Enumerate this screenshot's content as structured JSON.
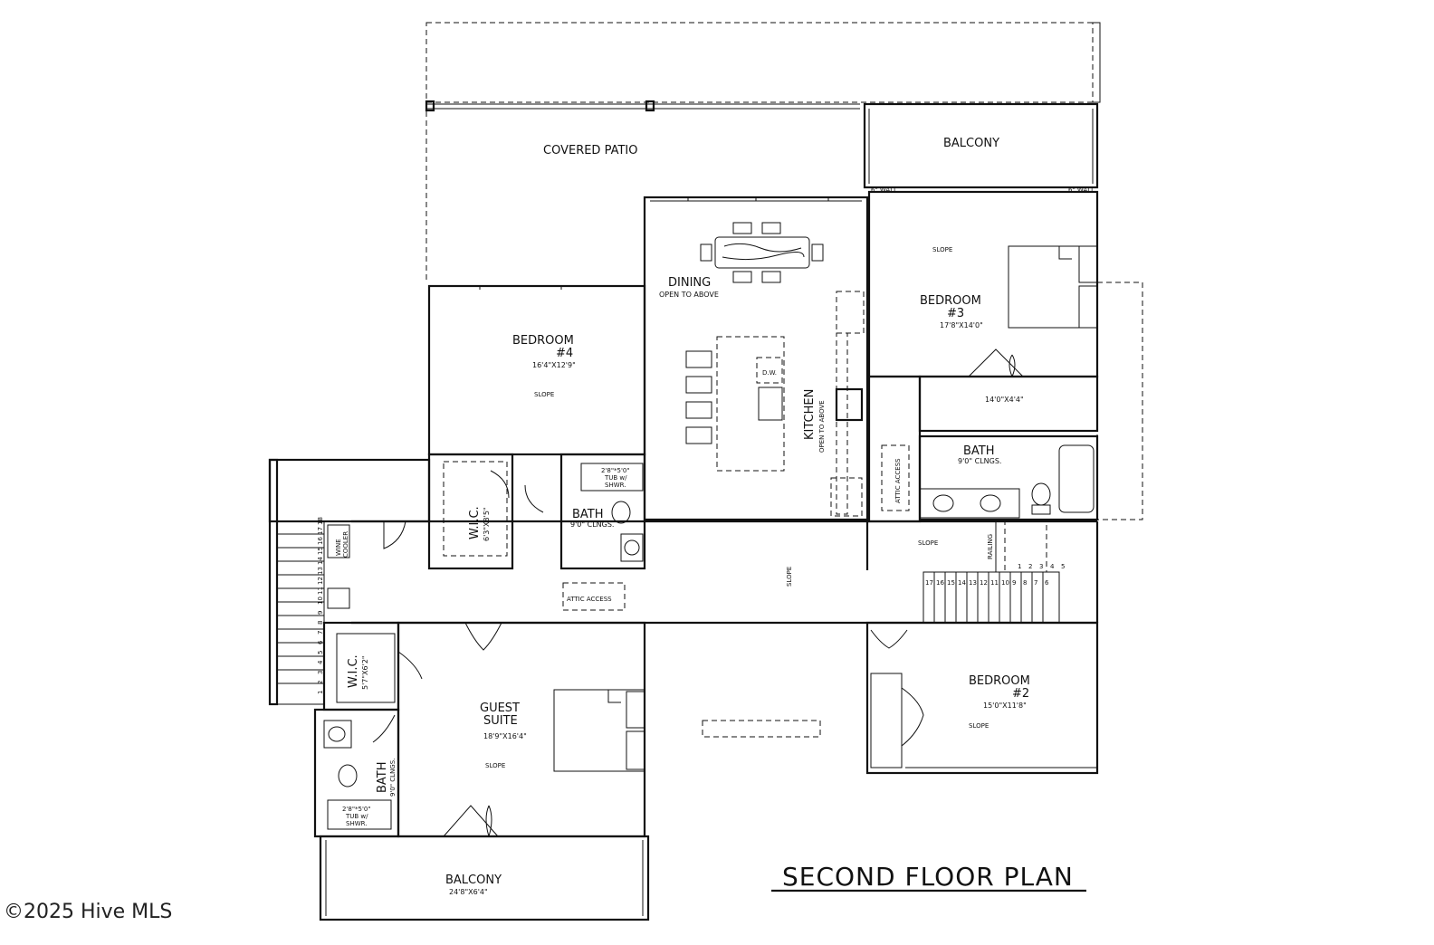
{
  "plan": {
    "title": "SECOND FLOOR PLAN",
    "watermark": "©2025 Hive MLS",
    "rooms": {
      "covered_patio": "COVERED PATIO",
      "balcony_top": "BALCONY",
      "dining": "DINING",
      "dining_note": "OPEN TO ABOVE",
      "kitchen": "KITCHEN",
      "kitchen_note": "OPEN TO ABOVE",
      "bedroom3": "BEDROOM",
      "bedroom3_num": "#3",
      "bedroom3_dim": "17'8\"X14'0\"",
      "bedroom4": "BEDROOM",
      "bedroom4_num": "#4",
      "bedroom4_dim": "16'4\"X12'9\"",
      "wic4": "W.I.C.",
      "wic4_dim": "6'3\"X8'5\"",
      "bath4": "BATH",
      "bath4_note": "9'0\" CLNGS.",
      "tub4": "2'8\"*5'0\"",
      "tub4_b": "TUB w/",
      "tub4_c": "SHWR.",
      "closet3_dim": "14'0\"X4'4\"",
      "bath3": "BATH",
      "bath3_note": "9'0\" CLNGS.",
      "attic_access_1": "ATTIC ACCESS",
      "attic_access_2": "ATTIC ACCESS",
      "dw": "D.W.",
      "wine_cooler_a": "WINE",
      "wine_cooler_b": "COOLER",
      "railing": "RAILING",
      "wall_note_left": "6\" WALL",
      "wall_note_right": "6\" WALL",
      "guest_suite_a": "GUEST",
      "guest_suite_b": "SUITE",
      "guest_suite_dim": "18'9\"X16'4\"",
      "wic_guest": "W.I.C.",
      "wic_guest_dim": "5'7\"X6'2\"",
      "bath_guest": "BATH",
      "bath_guest_note": "9'0\" CLNGS.",
      "tub_guest": "2'8\"*5'0\"",
      "tub_guest_b": "TUB w/",
      "tub_guest_c": "SHWR.",
      "bedroom2": "BEDROOM",
      "bedroom2_num": "#2",
      "bedroom2_dim": "15'0\"X11'8\"",
      "balcony_bottom": "BALCONY",
      "balcony_bottom_dim": "24'8\"X6'4\"",
      "slope": "SLOPE"
    },
    "stair_numbers_right_top": [
      "1",
      "2",
      "3",
      "4",
      "5"
    ],
    "stair_numbers_right_bottom": [
      "17",
      "16",
      "15",
      "14",
      "13",
      "12",
      "11",
      "10",
      "9",
      "8",
      "7",
      "6"
    ],
    "stair_numbers_left": [
      "18",
      "17",
      "16",
      "15",
      "14",
      "13",
      "12",
      "11",
      "10",
      "9",
      "8",
      "7",
      "6",
      "5",
      "4",
      "3",
      "2",
      "1"
    ]
  }
}
